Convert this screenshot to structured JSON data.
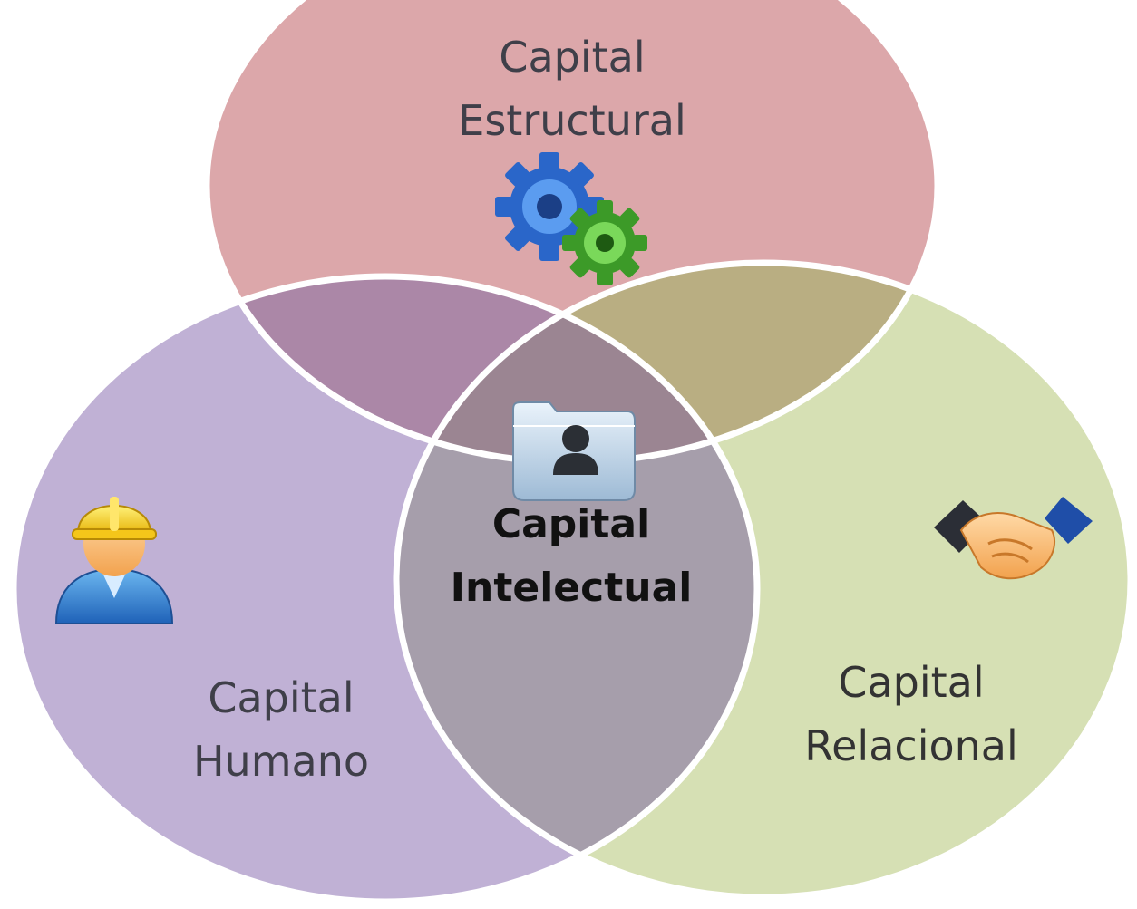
{
  "diagram": {
    "circles": [
      {
        "id": "estructural",
        "line1": "Capital",
        "line2": "Estructural",
        "color": "#dca7aa",
        "icon": "gears-icon"
      },
      {
        "id": "humano",
        "line1": "Capital",
        "line2": "Humano",
        "color": "#c0b1d5",
        "icon": "worker-icon"
      },
      {
        "id": "relacional",
        "line1": "Capital",
        "line2": "Relacional",
        "color": "#d6e0b4",
        "icon": "handshake-icon"
      }
    ],
    "center": {
      "line1": "Capital",
      "line2": "Intelectual",
      "icon": "person-folder-icon"
    },
    "overlap_colors": {
      "top_left": "#ab87a7",
      "top_right": "#b9ae82",
      "bottom": "#a69eab",
      "center": "#9b8592"
    }
  }
}
